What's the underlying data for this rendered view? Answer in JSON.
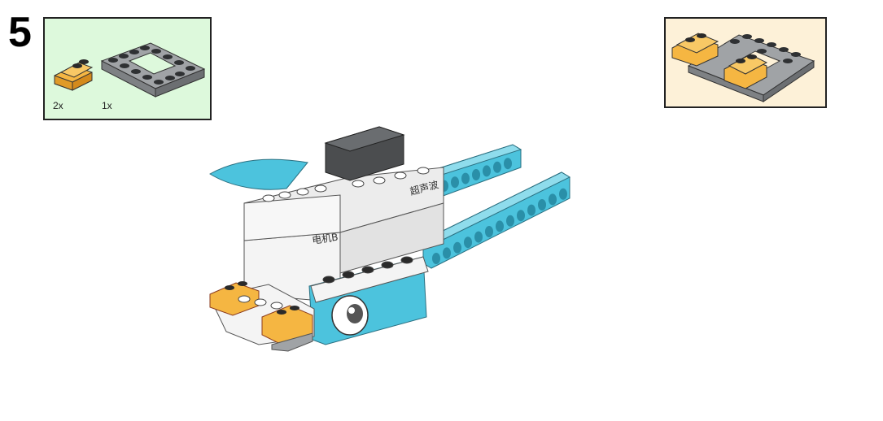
{
  "step": {
    "number": "5"
  },
  "parts_list": {
    "background": "#ddf9dc",
    "items": [
      {
        "quantity": "2x",
        "color": "#f5b642",
        "icon": "inverted-slope-brick-icon"
      },
      {
        "quantity": "1x",
        "color": "#a0a3a6",
        "icon": "frame-plate-icon"
      }
    ]
  },
  "sub_assembly": {
    "background": "#fdf1d8"
  },
  "model": {
    "sensor_label": "超声波",
    "motor_label": "电机B",
    "colors": {
      "azure": "#4cc3dd",
      "white": "#f4f4f4",
      "dark_gray": "#4b4d4f",
      "light_gray": "#a0a3a6",
      "orange": "#f5b642"
    }
  }
}
